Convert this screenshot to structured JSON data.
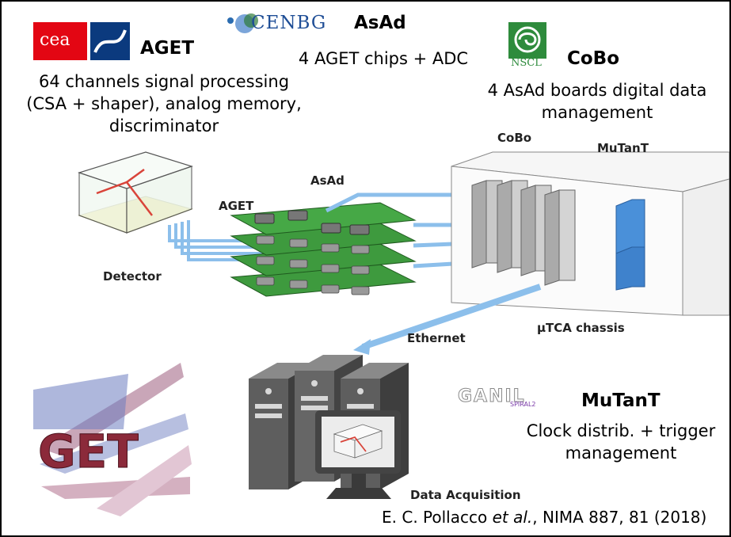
{
  "aget": {
    "cea_logo_text": "cea",
    "heading": "AGET",
    "description_lines": [
      "64 channels signal processing",
      "(CSA + shaper), analog memory,",
      "discriminator"
    ]
  },
  "asad": {
    "logo_text": "CENBG",
    "heading": "AsAd",
    "description": "4 AGET chips + ADC"
  },
  "cobo": {
    "nscl_logo_text": "NSCL",
    "heading": "CoBo",
    "description_lines": [
      "4 AsAd boards digital data",
      "management"
    ]
  },
  "mutant": {
    "ganil_logo_text": "GANIL",
    "spiral_logo_text": "SPIRAL2",
    "heading": "MuTanT",
    "description_lines": [
      "Clock distrib. + trigger",
      "management"
    ]
  },
  "get_logo_text": "GET",
  "diagram_labels": {
    "detector": "Detector",
    "aget": "AGET",
    "asad": "AsAd",
    "cobo": "CoBo",
    "mutant": "MuTanT",
    "utca_chassis": "µTCA chassis",
    "ethernet": "Ethernet",
    "data_acquisition": "Data Acquisition"
  },
  "citation": {
    "prefix": "E. C. Pollacco ",
    "italic": "et al.",
    "suffix": ", NIMA 887, 81 (2018)"
  },
  "colors": {
    "arrow": "#8cbfeb",
    "pcb": "#3e9a3e",
    "detector_yellow": "#e8d84a",
    "track_red": "#d9443a",
    "mutant_blue": "#4a90d9"
  }
}
